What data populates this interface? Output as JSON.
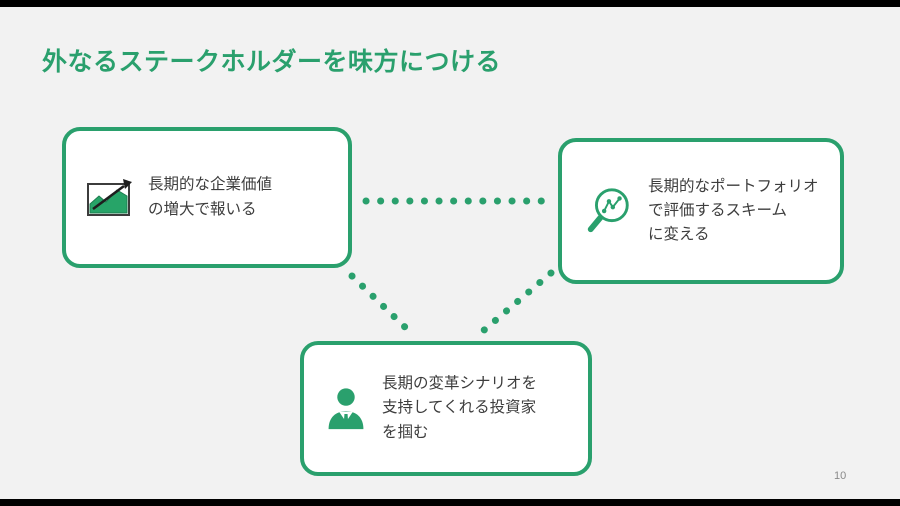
{
  "slide": {
    "title": "外なるステークホルダーを味方につける",
    "page_number": "10",
    "accent_color": "#2aa06d",
    "chart_fill_color": "#27a468",
    "cards": [
      {
        "icon": "growth-chart-icon",
        "text": "長期的な企業価値\nの増大で報いる"
      },
      {
        "icon": "magnifier-chart-icon",
        "text": "長期的なポートフォリオ\nで評価するスキーム\nに変える"
      },
      {
        "icon": "investor-icon",
        "text": "長期の変革シナリオを\n支持してくれる投資家\nを掴む"
      }
    ]
  }
}
